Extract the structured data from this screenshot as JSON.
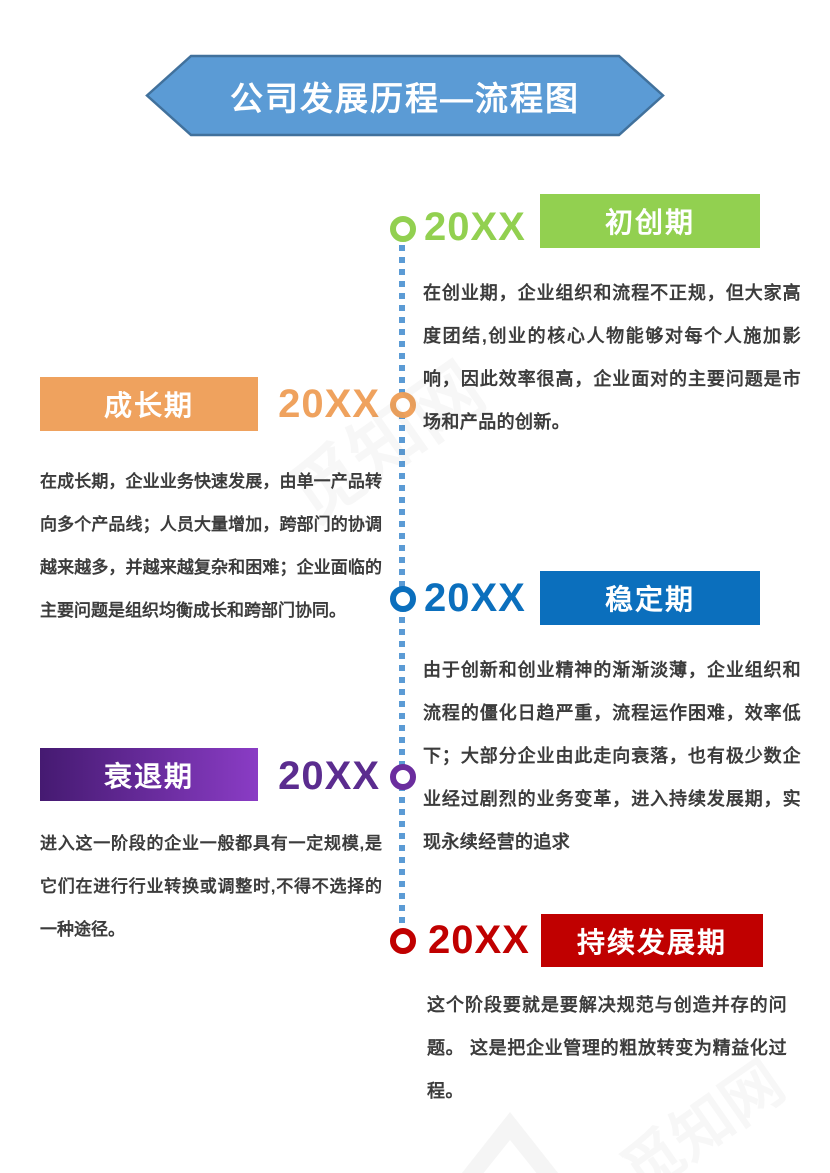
{
  "title": "公司发展历程—流程图",
  "colors": {
    "banner_fill": "#5B9BD5",
    "banner_border": "#41719C",
    "timeline_dots": "#5B9BD5",
    "body_text": "#3C3C3C",
    "stage_startup": "#92D050",
    "stage_growth": "#EFA25E",
    "stage_stable": "#0B6FBD",
    "stage_decline": "#5B2C8F",
    "stage_decline_gradient_start": "#451A71",
    "stage_decline_gradient_end": "#8A3CC5",
    "stage_sustain": "#C00000"
  },
  "stages": [
    {
      "year": "20XX",
      "label": "初创期",
      "side": "right",
      "color": "#92D050",
      "desc": "在创业期，企业组织和流程不正规，但大家高度团结,创业的核心人物能够对每个人施加影响，因此效率很高，企业面对的主要问题是市场和产品的创新。"
    },
    {
      "year": "20XX",
      "label": "成长期",
      "side": "left",
      "color": "#EFA25E",
      "desc": "在成长期，企业业务快速发展，由单一产品转向多个产品线；人员大量增加，跨部门的协调越来越多，并越来越复杂和困难；企业面临的主要问题是组织均衡成长和跨部门协同。"
    },
    {
      "year": "20XX",
      "label": "稳定期",
      "side": "right",
      "color": "#0B6FBD",
      "desc": "由于创新和创业精神的渐渐淡薄，企业组织和流程的僵化日趋严重，流程运作困难，效率低下；大部分企业由此走向衰落，也有极少数企业经过剧烈的业务变革，进入持续发展期，实现永续经营的追求"
    },
    {
      "year": "20XX",
      "label": "衰退期",
      "side": "left",
      "color": "#5B2C8F",
      "desc": "进入这一阶段的企业一般都具有一定规模,是它们在进行行业转换或调整时,不得不选择的一种途径。"
    },
    {
      "year": "20XX",
      "label": "持续发展期",
      "side": "right",
      "color": "#C00000",
      "desc": "这个阶段要就是要解决规范与创造并存的问题。 这是把企业管理的粗放转变为精益化过程。"
    }
  ],
  "watermark": {
    "text": "觅知网"
  }
}
